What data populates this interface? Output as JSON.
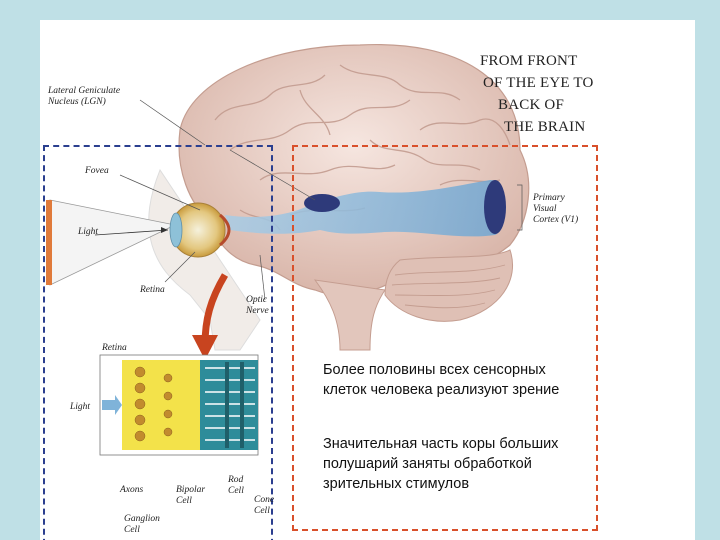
{
  "title": {
    "line1": "FROM FRONT",
    "line2": "OF THE EYE TO",
    "line3": "BACK OF",
    "line4": "THE BRAIN"
  },
  "labels": {
    "lgn": "Lateral Geniculate\nNucleus (LGN)",
    "fovea": "Fovea",
    "light_eye": "Light",
    "retina_eye": "Retina",
    "optic_nerve": "Optic\nNerve",
    "primary_visual_cortex": "Primary\nVisual\nCortex (V1)",
    "retina_section": "Retina",
    "light_section": "Light",
    "axons": "Axons",
    "bipolar_cell": "Bipolar\nCell",
    "rod_cell": "Rod\nCell",
    "cone_cell": "Cone\nCell",
    "ganglion_cell": "Ganglion\nCell"
  },
  "text": {
    "para1": "Более половины всех сенсорных клеток человека реализуют зрение",
    "para2": "Значительная часть коры больших полушарий заняты обработкой зрительных стимулов"
  },
  "colors": {
    "background": "#bfe0e6",
    "blue_box": "#2b3f8f",
    "red_box": "#d9502b",
    "visual_pathway": "#7fb3d9",
    "brain": "#e8cfc6"
  }
}
